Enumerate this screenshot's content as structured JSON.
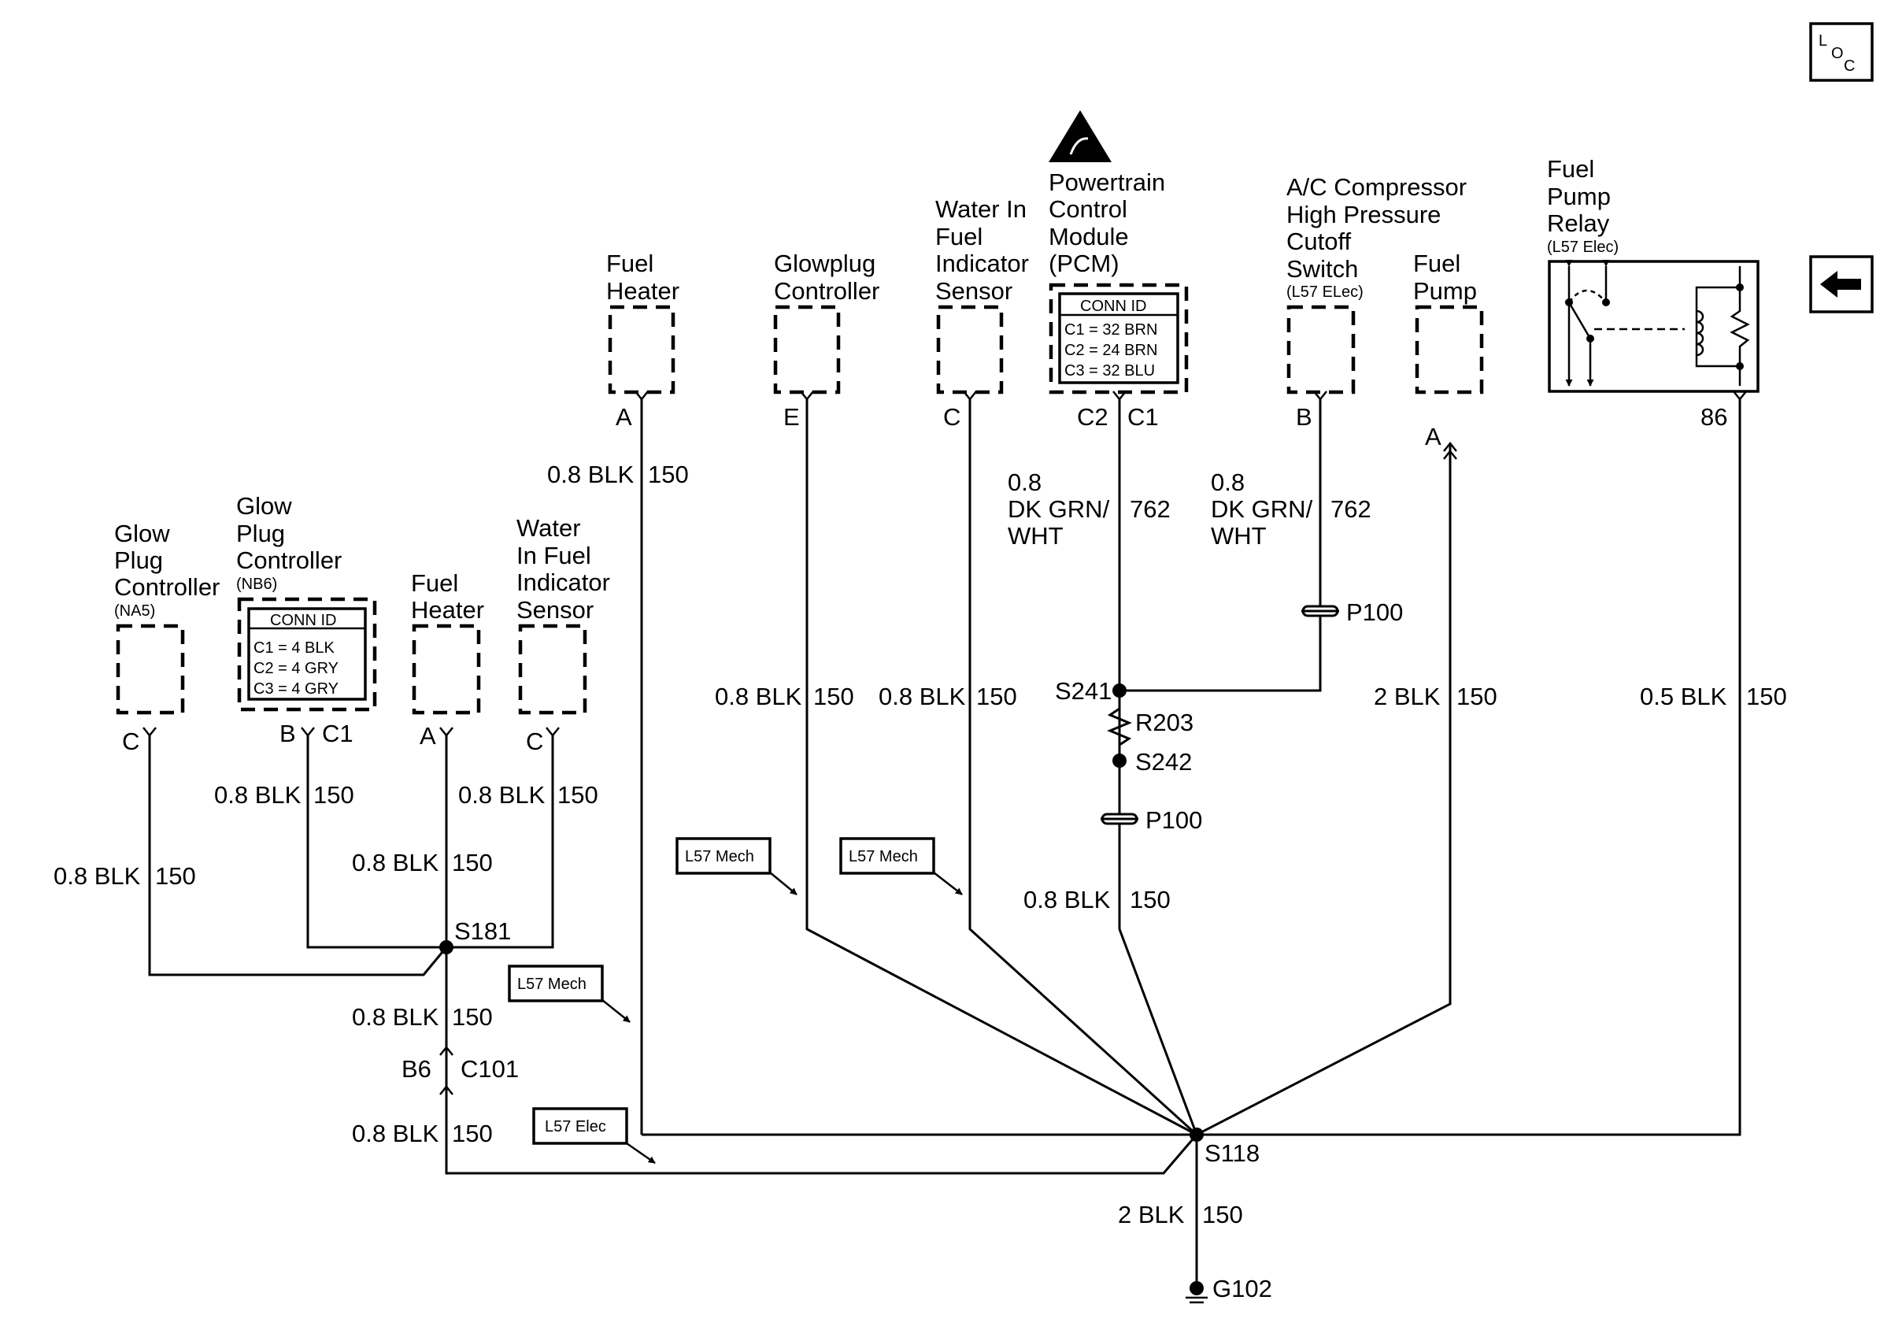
{
  "nav": {
    "loc_l": "L",
    "loc_o": "O",
    "loc_c": "C",
    "back": "←"
  },
  "components": {
    "fuel_heater_top": {
      "line1": "Fuel",
      "line2": "Heater",
      "pin": "A"
    },
    "glowplug_ctrl_top": {
      "line1": "Glowplug",
      "line2": "Controller",
      "pin": "E"
    },
    "wif_top": {
      "line1": "Water In",
      "line2": "Fuel",
      "line3": "Indicator",
      "line4": "Sensor",
      "pin": "C"
    },
    "pcm": {
      "line1": "Powertrain",
      "line2": "Control",
      "line3": "Module",
      "line4": "(PCM)",
      "conn_title": "CONN ID",
      "c1": "C1 = 32 BRN",
      "c2": "C2 = 24 BRN",
      "c3": "C3 = 32 BLU",
      "pin1": "C2",
      "pin2": "C1"
    },
    "ac_switch": {
      "line1": "A/C Compressor",
      "line2": "High Pressure",
      "line3": "Cutoff",
      "line4": "Switch",
      "note": "(L57 ELec)",
      "pin": "B"
    },
    "fuel_pump": {
      "line1": "Fuel",
      "line2": "Pump",
      "pin": "A"
    },
    "fuel_pump_relay": {
      "line1": "Fuel",
      "line2": "Pump",
      "line3": "Relay",
      "note": "(L57 Elec)",
      "pin": "86"
    },
    "glow_na5": {
      "line1": "Glow",
      "line2": "Plug",
      "line3": "Controller",
      "note": "(NA5)",
      "pin": "C"
    },
    "glow_nb6": {
      "line1": "Glow",
      "line2": "Plug",
      "line3": "Controller",
      "note": "(NB6)",
      "conn_title": "CONN ID",
      "c1": "C1 = 4 BLK",
      "c2": "C2 = 4 GRY",
      "c3": "C3 = 4 GRY",
      "pin1": "B",
      "pin2": "C1"
    },
    "fuel_heater_left": {
      "line1": "Fuel",
      "line2": "Heater",
      "pin": "A"
    },
    "wif_left": {
      "line1": "Water",
      "line2": "In Fuel",
      "line3": "Indicator",
      "line4": "Sensor",
      "pin": "C"
    }
  },
  "wires": {
    "fh_top": {
      "gauge": "0.8 BLK",
      "circuit": "150"
    },
    "gpc_top": {
      "gauge": "0.8 BLK",
      "circuit": "150"
    },
    "wif_top": {
      "gauge": "0.8 BLK",
      "circuit": "150"
    },
    "pcm": {
      "line1": "0.8",
      "line2": "DK GRN/",
      "line3": "WHT",
      "circuit": "762"
    },
    "ac": {
      "line1": "0.8",
      "line2": "DK GRN/",
      "line3": "WHT",
      "circuit": "762"
    },
    "pump": {
      "gauge": "2 BLK",
      "circuit": "150"
    },
    "relay": {
      "gauge": "0.5 BLK",
      "circuit": "150"
    },
    "p100_low": {
      "gauge": "0.8 BLK",
      "circuit": "150"
    },
    "na5": {
      "gauge": "0.8 BLK",
      "circuit": "150"
    },
    "nb6": {
      "gauge": "0.8 BLK",
      "circuit": "150"
    },
    "fh_left": {
      "gauge": "0.8 BLK",
      "circuit": "150"
    },
    "wif_left": {
      "gauge": "0.8 BLK",
      "circuit": "150"
    },
    "s181_down": {
      "gauge": "0.8 BLK",
      "circuit": "150"
    },
    "c101_down": {
      "gauge": "0.8 BLK",
      "circuit": "150"
    },
    "ground": {
      "gauge": "2 BLK",
      "circuit": "150"
    }
  },
  "nodes": {
    "s241": "S241",
    "r203": "R203",
    "s242": "S242",
    "p100_a": "P100",
    "p100_b": "P100",
    "s181": "S181",
    "c101_pin": "B6",
    "c101": "C101",
    "s118": "S118",
    "g102": "G102"
  },
  "options": {
    "l57_mech_1": "L57 Mech",
    "l57_mech_2": "L57 Mech",
    "l57_mech_3": "L57 Mech",
    "l57_elec": "L57 Elec"
  }
}
